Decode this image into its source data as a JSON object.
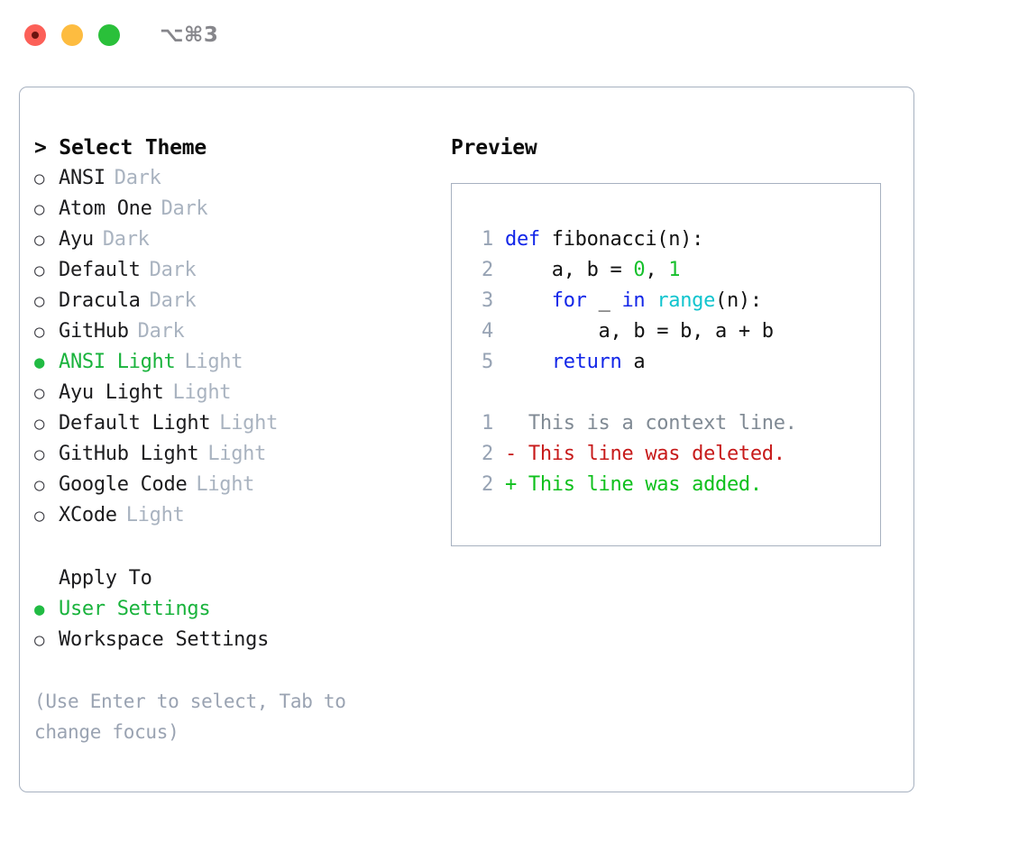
{
  "titlebar": {
    "shortcut": "⌥⌘3",
    "lights": [
      "close-red",
      "minimize-yellow",
      "maximize-green"
    ]
  },
  "left_panel": {
    "header": "> Select Theme",
    "themes": [
      {
        "bullet": "○",
        "name": "ANSI",
        "tag": "Dark",
        "selected": false
      },
      {
        "bullet": "○",
        "name": "Atom One",
        "tag": "Dark",
        "selected": false
      },
      {
        "bullet": "○",
        "name": "Ayu",
        "tag": "Dark",
        "selected": false
      },
      {
        "bullet": "○",
        "name": "Default",
        "tag": "Dark",
        "selected": false
      },
      {
        "bullet": "○",
        "name": "Dracula",
        "tag": "Dark",
        "selected": false
      },
      {
        "bullet": "○",
        "name": "GitHub",
        "tag": "Dark",
        "selected": false
      },
      {
        "bullet": "●",
        "name": "ANSI Light",
        "tag": "Light",
        "selected": true
      },
      {
        "bullet": "○",
        "name": "Ayu Light",
        "tag": "Light",
        "selected": false
      },
      {
        "bullet": "○",
        "name": "Default Light",
        "tag": "Light",
        "selected": false
      },
      {
        "bullet": "○",
        "name": "GitHub Light",
        "tag": "Light",
        "selected": false
      },
      {
        "bullet": "○",
        "name": "Google Code",
        "tag": "Light",
        "selected": false
      },
      {
        "bullet": "○",
        "name": "XCode",
        "tag": "Light",
        "selected": false
      }
    ],
    "apply_to": {
      "title": "Apply To",
      "options": [
        {
          "bullet": "●",
          "name": "User Settings",
          "selected": true
        },
        {
          "bullet": "○",
          "name": "Workspace Settings",
          "selected": false
        }
      ]
    },
    "hint": "(Use Enter to select, Tab to change focus)"
  },
  "preview_panel": {
    "title": "Preview",
    "code": [
      {
        "no": "1",
        "tokens": [
          {
            "t": "def ",
            "c": "kw"
          },
          {
            "t": "fibonacci(n):",
            "c": "txt"
          }
        ]
      },
      {
        "no": "2",
        "tokens": [
          {
            "t": "    a, b = ",
            "c": "txt"
          },
          {
            "t": "0",
            "c": "num"
          },
          {
            "t": ", ",
            "c": "txt"
          },
          {
            "t": "1",
            "c": "num"
          }
        ]
      },
      {
        "no": "3",
        "tokens": [
          {
            "t": "    ",
            "c": "txt"
          },
          {
            "t": "for",
            "c": "kw"
          },
          {
            "t": " _ ",
            "c": "txt"
          },
          {
            "t": "in",
            "c": "kw"
          },
          {
            "t": " ",
            "c": "txt"
          },
          {
            "t": "range",
            "c": "fn"
          },
          {
            "t": "(n):",
            "c": "txt"
          }
        ]
      },
      {
        "no": "4",
        "tokens": [
          {
            "t": "        a, b = b, a + b",
            "c": "txt"
          }
        ]
      },
      {
        "no": "5",
        "tokens": [
          {
            "t": "    ",
            "c": "txt"
          },
          {
            "t": "return",
            "c": "kw"
          },
          {
            "t": " a",
            "c": "txt"
          }
        ]
      }
    ],
    "diff": [
      {
        "no": "1",
        "marker": "  ",
        "text": "This is a context line.",
        "kind": "ctx"
      },
      {
        "no": "2",
        "marker": "- ",
        "text": "This line was deleted.",
        "kind": "del"
      },
      {
        "no": "2",
        "marker": "+ ",
        "text": "This line was added.",
        "kind": "add"
      }
    ]
  },
  "colors": {
    "accent_green": "#19b33c",
    "muted": "#a9b3c0",
    "border": "#a7b1c0",
    "keyword": "#1226e8",
    "function": "#10c4ce",
    "number": "#16c02c",
    "diff_deleted": "#c71a1a",
    "diff_added": "#0ec01c"
  }
}
